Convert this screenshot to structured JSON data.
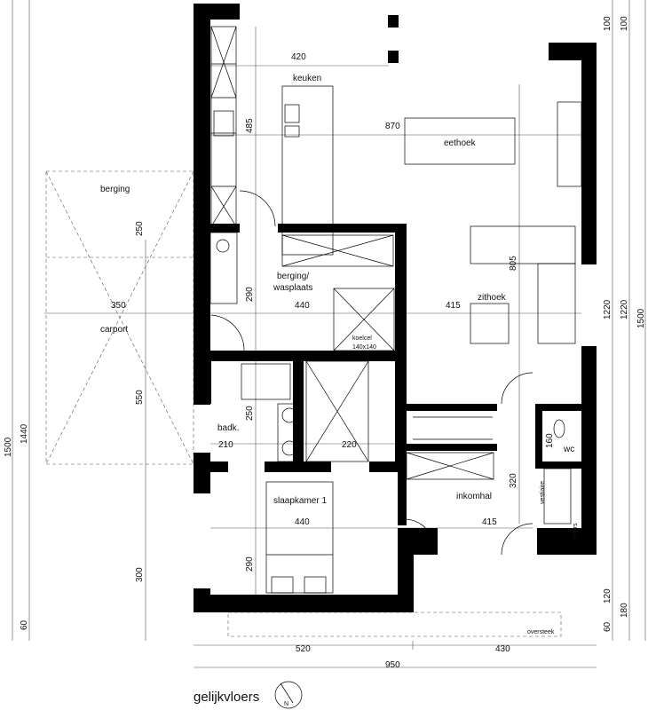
{
  "title": "gelijkvloers",
  "rooms": {
    "keuken": "keuken",
    "eethoek": "eethoek",
    "berging": "berging",
    "carport": "carport",
    "berging_wasplaats_1": "berging/",
    "berging_wasplaats_2": "wasplaats",
    "koelcel": "koelcel",
    "koelcel_size": "140x140",
    "zithoek": "zithoek",
    "badk": "badk.",
    "wc": "wc",
    "slaapkamer": "slaapkamer 1",
    "inkomhal": "inkomhal",
    "vestiaire": "vestiaire",
    "tellers": "tellers",
    "oversteek": "oversteek"
  },
  "dimensions": {
    "d420": "420",
    "d870": "870",
    "d485": "485",
    "d805": "805",
    "d250a": "250",
    "d350": "350",
    "d290a": "290",
    "d440a": "440",
    "d415a": "415",
    "d550": "550",
    "d250b": "250",
    "d210": "210",
    "d220": "220",
    "d160": "160",
    "d320": "320",
    "d440b": "440",
    "d415b": "415",
    "d290b": "290",
    "d300": "300",
    "d520": "520",
    "d430": "430",
    "d950": "950",
    "left_1500": "1500",
    "left_1440": "1440",
    "left_60": "60",
    "right_100a": "100",
    "right_100b": "100",
    "right_1220a": "1220",
    "right_1220b": "1220",
    "right_1500": "1500",
    "right_120": "120",
    "right_180": "180",
    "right_60": "60"
  },
  "north_icon": "compass-north-icon"
}
